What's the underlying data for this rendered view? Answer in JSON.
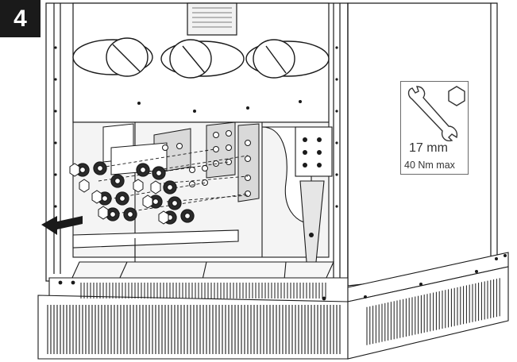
{
  "step": {
    "number": "4"
  },
  "tool": {
    "icons": [
      "open-end-wrench-icon",
      "hex-nut-icon"
    ],
    "wrench_size": "17 mm",
    "torque": "40 Nm max"
  },
  "illustration": {
    "subject": "equipment-cabinet-power-terminals",
    "colors": {
      "line": "#1a1a1a",
      "fill": "#ffffff",
      "shade": "#d9d9d9",
      "dark": "#2a2a2a"
    }
  }
}
